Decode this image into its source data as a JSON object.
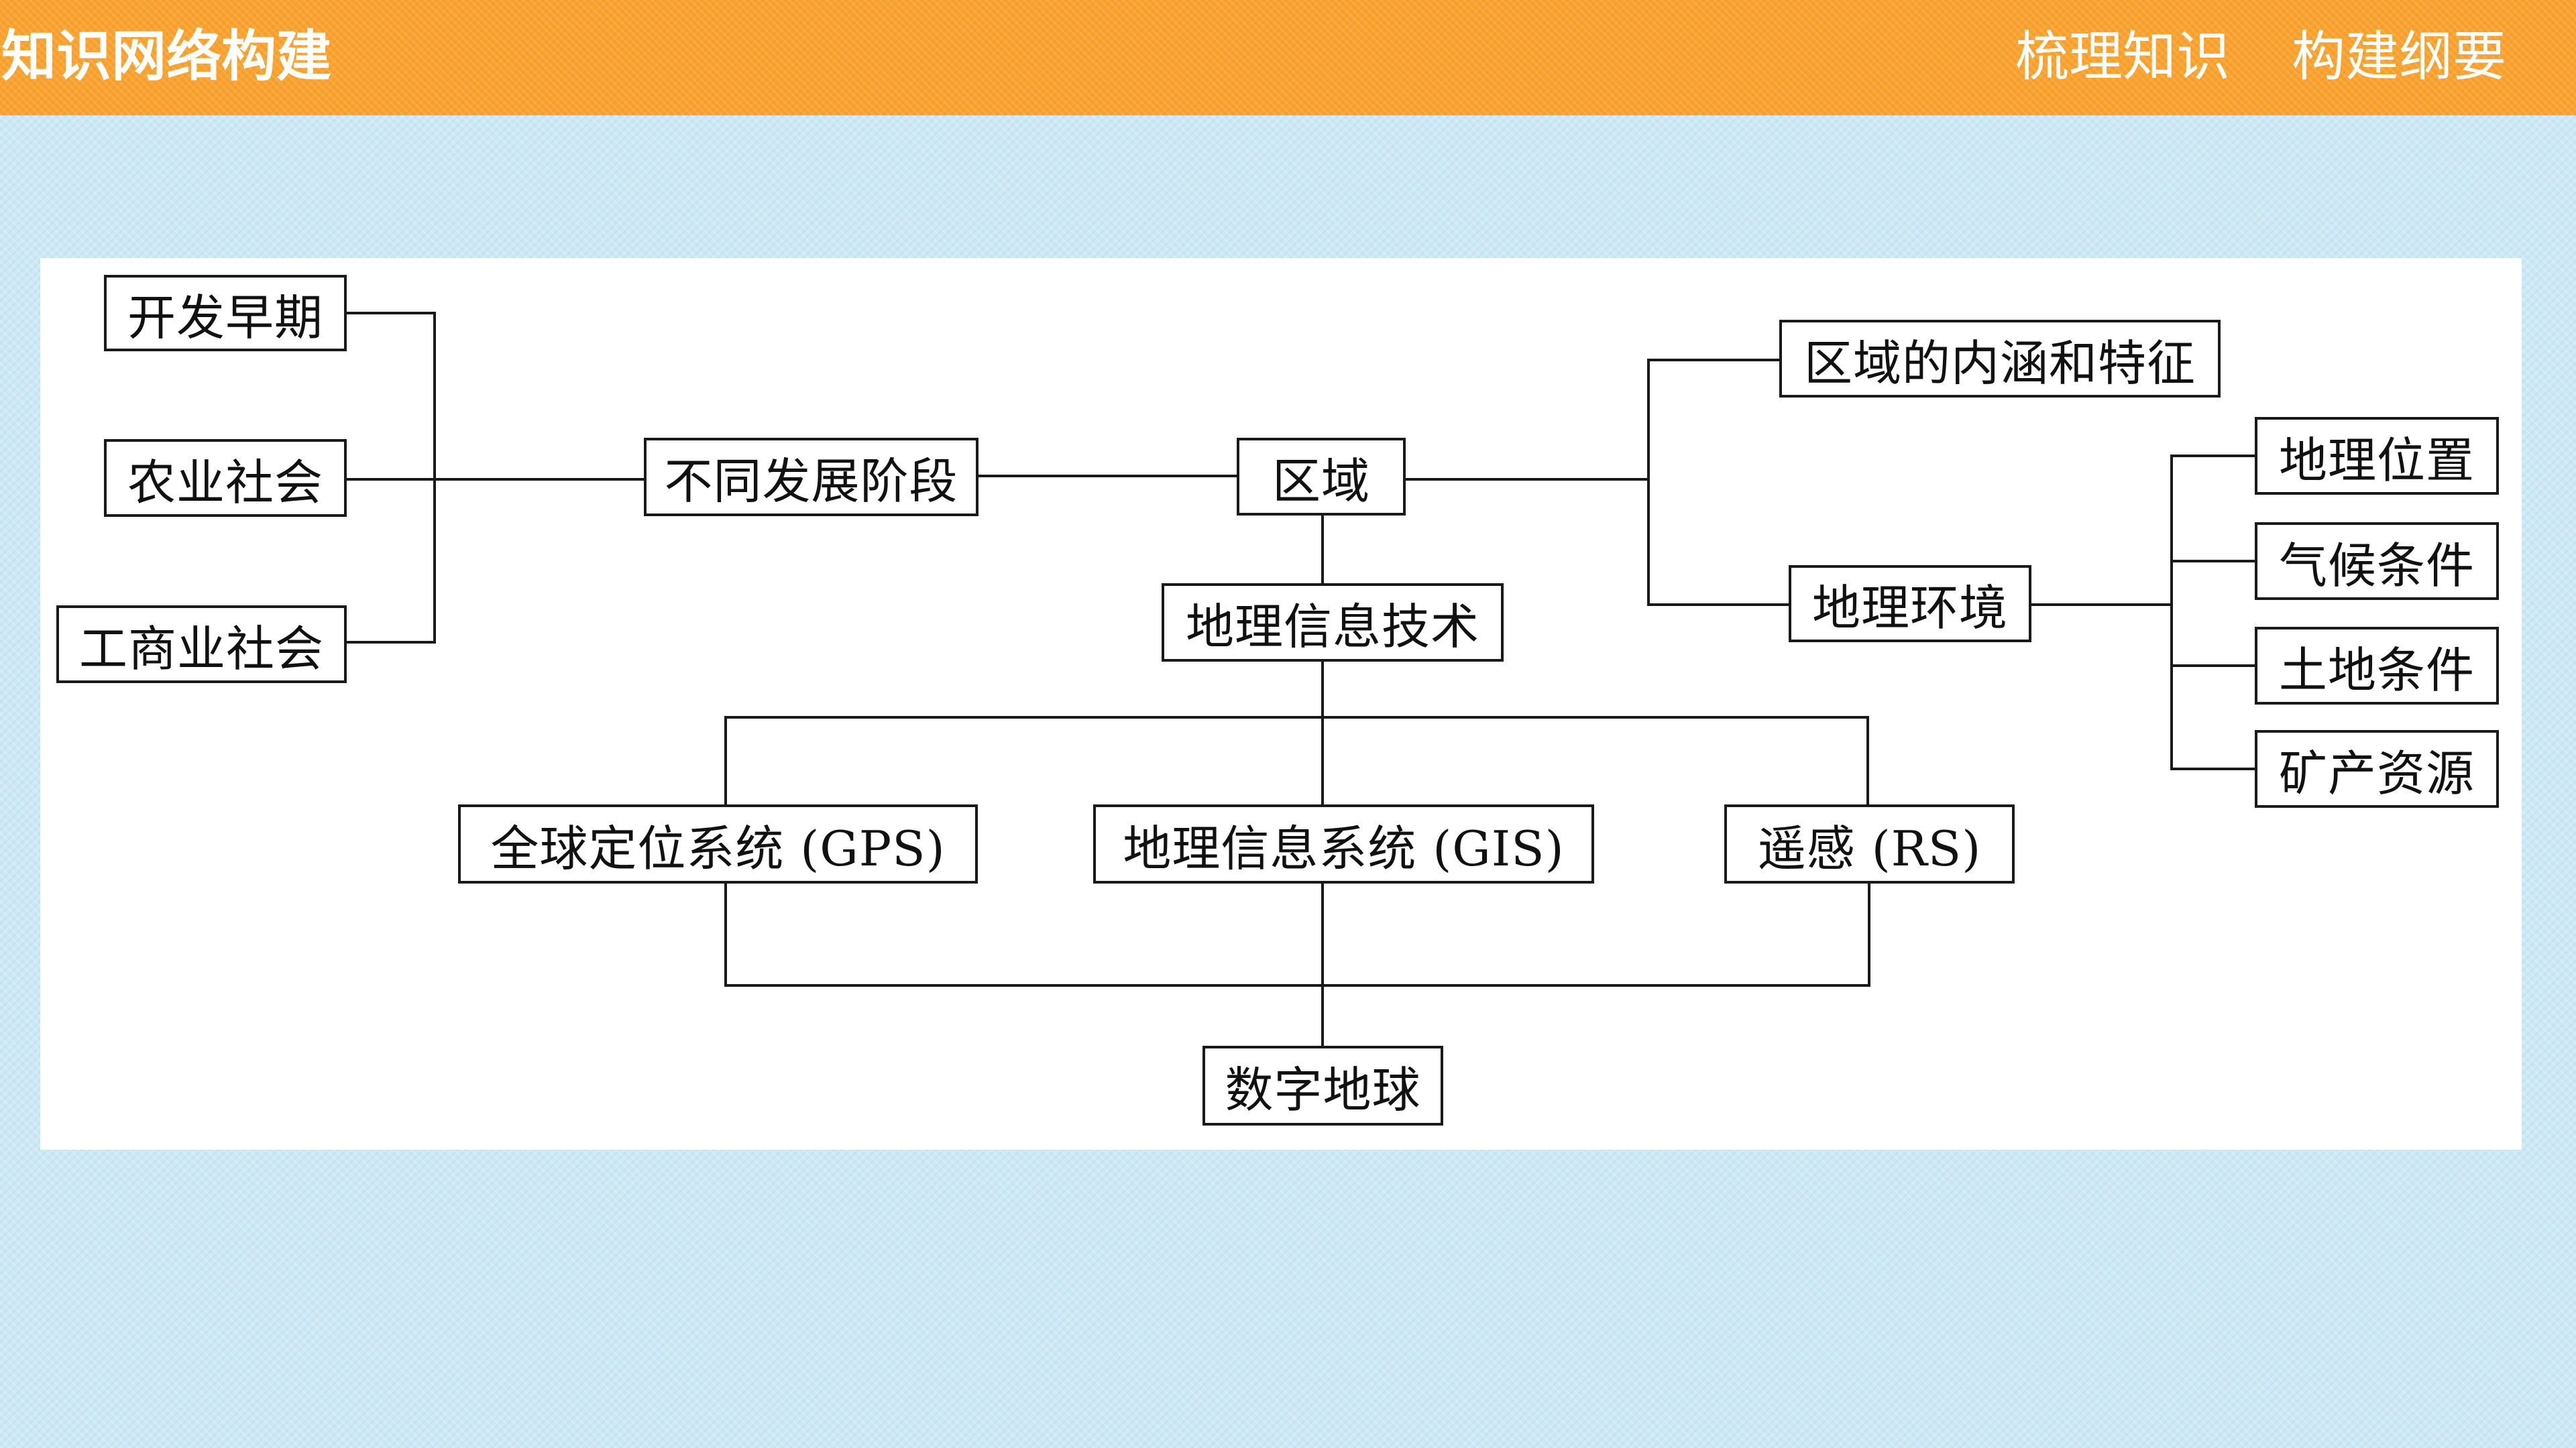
{
  "header": {
    "title": "知识网络构建",
    "subtitle_left": "梳理知识",
    "subtitle_right": "构建纲要"
  },
  "colors": {
    "header_bg": "#f9a22e",
    "page_bg": "#cde9f5",
    "panel_bg": "#ffffff",
    "line": "#1a1a1a"
  },
  "diagram": {
    "nodes": {
      "early": "开发早期",
      "agri": "农业社会",
      "industry": "工商业社会",
      "stages": "不同发展阶段",
      "region": "区域",
      "connotation": "区域的内涵和特征",
      "environment": "地理环境",
      "location": "地理位置",
      "climate": "气候条件",
      "land": "土地条件",
      "mineral": "矿产资源",
      "git": "地理信息技术",
      "gps": "全球定位系统 (GPS)",
      "gis": "地理信息系统 (GIS)",
      "rs": "遥感 (RS)",
      "digital_earth": "数字地球"
    }
  }
}
